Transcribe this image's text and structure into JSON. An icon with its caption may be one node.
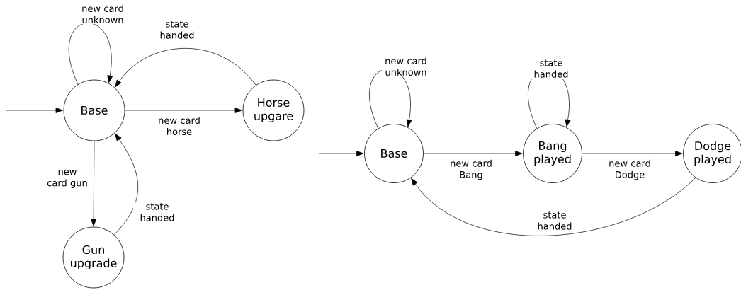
{
  "diagram": {
    "nodes": [
      {
        "text": [
          "Base"
        ]
      },
      {
        "text": [
          "Horse upgare"
        ]
      },
      {
        "text": [
          "Gun upgrade"
        ]
      },
      {
        "text": [
          "Base"
        ]
      },
      {
        "text": [
          "Bang played"
        ]
      },
      {
        "text": [
          "Dodge played"
        ]
      }
    ],
    "edges": [
      {
        "from": null,
        "to": 0,
        "arrow": "to"
      },
      {
        "from": 0,
        "to": 0,
        "arrow": "to",
        "label": "new card unknown"
      },
      {
        "from": 1,
        "to": 0,
        "arrow": "to",
        "label": "state handed"
      },
      {
        "from": 0,
        "to": 1,
        "arrow": "to",
        "label": "new card horse"
      },
      {
        "from": 0,
        "to": 2,
        "arrow": "to",
        "label": "new card gun"
      },
      {
        "from": 2,
        "to": 0,
        "arrow": "to",
        "label": "state handed"
      },
      {
        "from": null,
        "to": 3,
        "arrow": "to"
      },
      {
        "from": 3,
        "to": 3,
        "arrow": "to",
        "label": "new card unknown"
      },
      {
        "from": 3,
        "to": 4,
        "arrow": "to",
        "label": "new card Bang"
      },
      {
        "from": 4,
        "to": 4,
        "arrow": "to",
        "label": "state handed"
      },
      {
        "from": 4,
        "to": 5,
        "arrow": "to",
        "label": "new card Dodge"
      },
      {
        "from": 5,
        "to": 3,
        "arrow": "to",
        "label": "state handed"
      }
    ]
  }
}
